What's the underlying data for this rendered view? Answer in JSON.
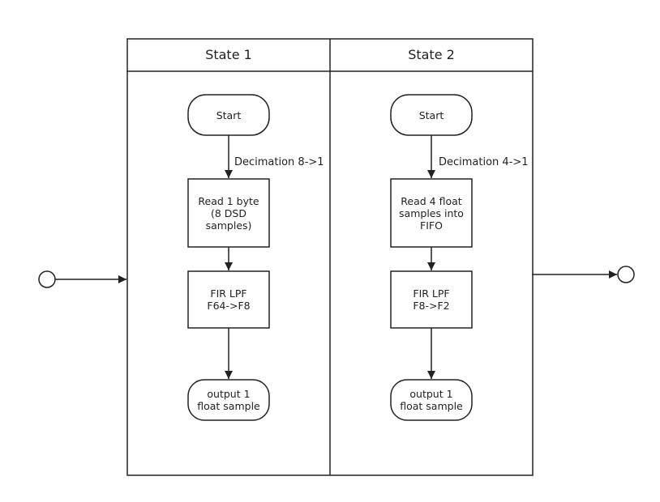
{
  "diagram": {
    "lanes": [
      {
        "title": "State 1"
      },
      {
        "title": "State 2"
      }
    ],
    "state1": {
      "start": "Start",
      "edge_label": "Decimation 8->1",
      "read": "Read 1 byte\n(8 DSD\nsamples)",
      "fir": "FIR LPF\nF64->F8",
      "output": "output 1\nfloat sample"
    },
    "state2": {
      "start": "Start",
      "edge_label": "Decimation 4->1",
      "read": "Read 4 float\nsamples into\nFIFO",
      "fir": "FIR LPF\nF8->F2",
      "output": "output 1\nfloat sample"
    },
    "colors": {
      "stroke": "#222222",
      "background": "#ffffff"
    }
  }
}
